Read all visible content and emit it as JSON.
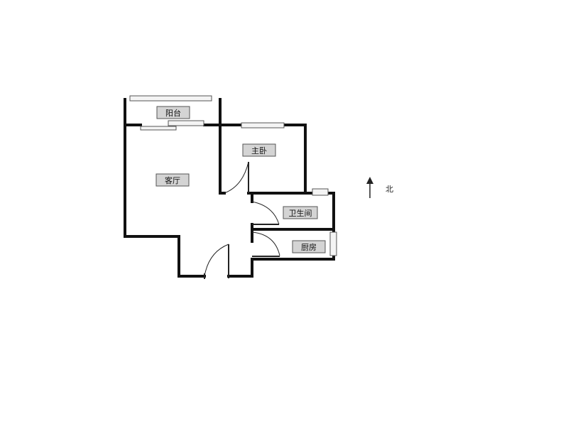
{
  "rooms": {
    "balcony": "阳台",
    "master_bedroom": "主卧",
    "living_room": "客厅",
    "bathroom": "卫生间",
    "kitchen": "厨房"
  },
  "compass": {
    "north": "北"
  },
  "colors": {
    "wall": "#111111",
    "label_fill": "#d4d4d4",
    "label_border": "#555555",
    "window_fill": "#f4f4f4",
    "window_border": "#555555",
    "door": "#222222"
  }
}
